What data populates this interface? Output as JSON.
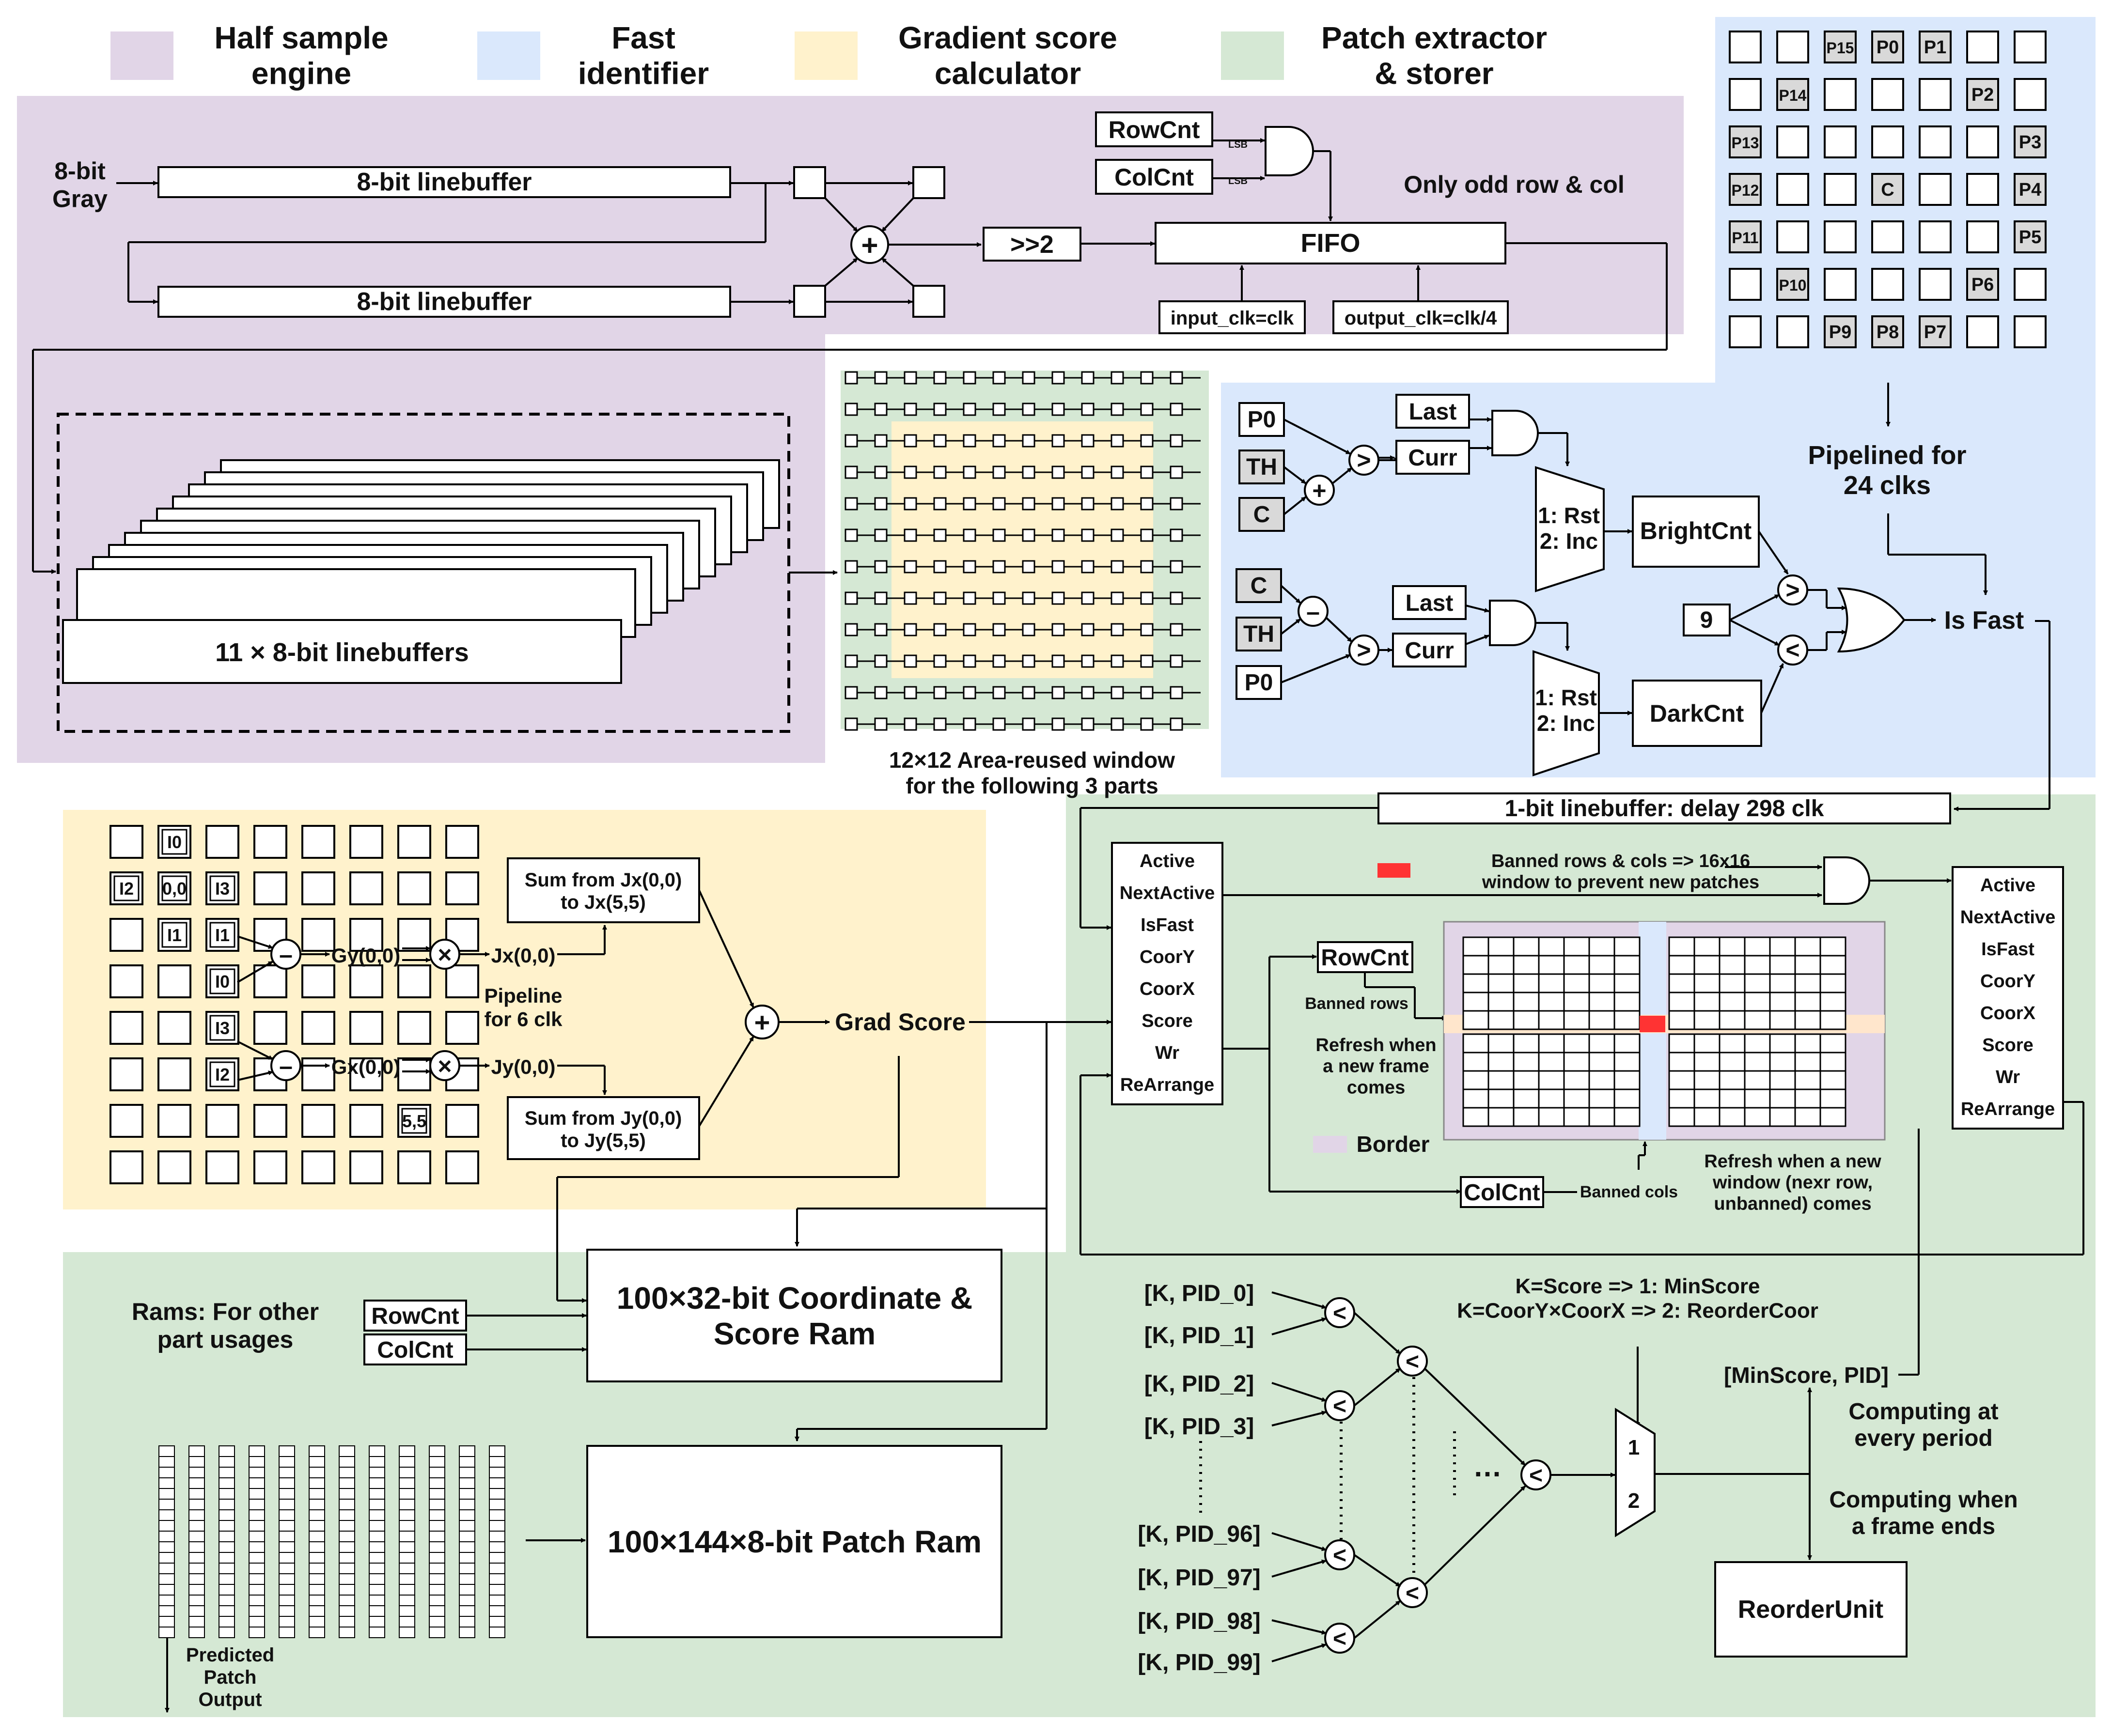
{
  "legend": {
    "half_sample": "Half sample\nengine",
    "fast": "Fast\nidentifier",
    "gradient": "Gradient score\ncalculator",
    "patch": "Patch extractor\n& storer"
  },
  "colors": {
    "half_sample": "#e1d5e7",
    "fast": "#dae8fc",
    "gradient": "#fff2cc",
    "patch": "#d5e8d4",
    "banned": "#ff3333",
    "ban_cross_col": "#dae8fc",
    "ban_cross_row": "#ffe6cc"
  },
  "half_sample": {
    "input_label": "8-bit\nGray",
    "linebuffer_top": "8-bit linebuffer",
    "linebuffer_bottom": "8-bit linebuffer",
    "shift": ">>2",
    "fifo": "FIFO",
    "rowcnt": "RowCnt",
    "colcnt": "ColCnt",
    "lsb": "LSB",
    "odd_note": "Only odd row & col",
    "input_clk": "input_clk=clk",
    "output_clk": "output_clk=clk/4",
    "linebuffers_11": "11 × 8-bit linebuffers",
    "window_caption": "12×12 Area-reused window\nfor the following 3 parts"
  },
  "fast": {
    "grid": [
      [
        "",
        "",
        "P15",
        "P0",
        "P1",
        "",
        ""
      ],
      [
        "",
        "P14",
        "",
        "",
        "",
        "P2",
        ""
      ],
      [
        "P13",
        "",
        "",
        "",
        "",
        "",
        "P3"
      ],
      [
        "P12",
        "",
        "",
        "C",
        "",
        "",
        "P4"
      ],
      [
        "P11",
        "",
        "",
        "",
        "",
        "",
        "P5"
      ],
      [
        "",
        "P10",
        "",
        "",
        "",
        "P6",
        ""
      ],
      [
        "",
        "",
        "P9",
        "P8",
        "P7",
        "",
        ""
      ]
    ],
    "pipelined": "Pipelined for\n24 clks",
    "p0": "P0",
    "th": "TH",
    "c": "C",
    "last": "Last",
    "curr": "Curr",
    "mux_label": "1: Rst\n2: Inc",
    "bright": "BrightCnt",
    "dark": "DarkCnt",
    "nine": "9",
    "is_fast": "Is Fast",
    "op_plus": "+",
    "op_minus": "–",
    "op_gt": ">",
    "op_lt": "<"
  },
  "gradient": {
    "grid": [
      [
        "",
        "I0",
        "",
        "",
        "",
        "",
        "",
        ""
      ],
      [
        "I2",
        "0,0",
        "I3",
        "",
        "",
        "",
        "",
        ""
      ],
      [
        "",
        "I1",
        "I1",
        "",
        "",
        "",
        "",
        ""
      ],
      [
        "",
        "",
        "I0",
        "",
        "",
        "",
        "",
        ""
      ],
      [
        "",
        "",
        "I3",
        "",
        "",
        "",
        "",
        ""
      ],
      [
        "",
        "",
        "I2",
        "",
        "",
        "",
        "",
        ""
      ],
      [
        "",
        "",
        "",
        "",
        "",
        "",
        "5,5",
        ""
      ],
      [
        "",
        "",
        "",
        "",
        "",
        "",
        "",
        ""
      ]
    ],
    "gy": "Gy(0,0)",
    "gx": "Gx(0,0)",
    "jx": "Jx(0,0)",
    "jy": "Jy(0,0)",
    "sum_jx": "Sum from Jx(0,0)\nto Jx(5,5)",
    "sum_jy": "Sum from Jy(0,0)\nto Jy(5,5)",
    "pipeline": "Pipeline\nfor 6 clk",
    "grad_score": "Grad Score",
    "op_minus": "–",
    "op_times": "×",
    "op_plus": "+"
  },
  "patch": {
    "delay_buffer": "1-bit linebuffer: delay 298 clk",
    "fields_in": [
      "Active",
      "NextActive",
      "IsFast",
      "CoorY",
      "CoorX",
      "Score",
      "Wr",
      "ReArrange"
    ],
    "fields_out": [
      "Active",
      "NextActive",
      "IsFast",
      "CoorY",
      "CoorX",
      "Score",
      "Wr",
      "ReArrange"
    ],
    "banned_note": "Banned rows & cols => 16x16\nwindow to prevent new patches",
    "rowcnt": "RowCnt",
    "banned_rows": "Banned rows",
    "refresh_frame": "Refresh when\na new frame\ncomes",
    "border": "Border",
    "colcnt": "ColCnt",
    "banned_cols": "Banned cols",
    "refresh_window": "Refresh when a new\nwindow (nexr row,\nunbanned) comes",
    "rams_note": "Rams: For other\npart usages",
    "ram_rowcnt": "RowCnt",
    "ram_colcnt": "ColCnt",
    "coord_ram": "100×32-bit Coordinate &\nScore Ram",
    "patch_ram": "100×144×8-bit Patch Ram",
    "predicted": "Predicted\nPatch\nOutput",
    "k_pids": [
      "[K, PID_0]",
      "[K, PID_1]",
      "[K, PID_2]",
      "[K, PID_3]",
      "[K, PID_96]",
      "[K, PID_97]",
      "[K, PID_98]",
      "[K, PID_99]"
    ],
    "k_note": "K=Score => 1: MinScore\nK=CoorY×CoorX => 2: ReorderCoor",
    "mux_1": "1",
    "mux_2": "2",
    "minscore": "[MinScore, PID]",
    "every_period": "Computing at\nevery period",
    "frame_ends": "Computing when\na frame ends",
    "reorder": "ReorderUnit",
    "op_lt": "<",
    "ellipsis": "…"
  }
}
